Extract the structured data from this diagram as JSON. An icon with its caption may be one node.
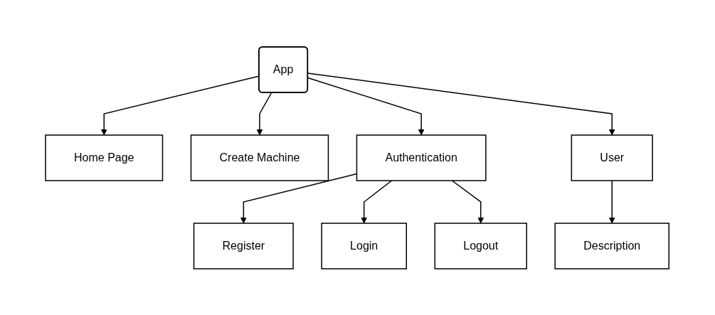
{
  "diagram": {
    "nodes": [
      {
        "text": [
          "App"
        ]
      },
      {
        "text": [
          "Home Page"
        ]
      },
      {
        "text": [
          "Create Machine"
        ]
      },
      {
        "text": [
          "Authentication"
        ]
      },
      {
        "text": [
          "User"
        ]
      },
      {
        "text": [
          "Register"
        ]
      },
      {
        "text": [
          "Login"
        ]
      },
      {
        "text": [
          "Logout"
        ]
      },
      {
        "text": [
          "Description"
        ]
      }
    ],
    "edges": [
      {
        "from": 0,
        "to": 1,
        "arrow": "to"
      },
      {
        "from": 0,
        "to": 2,
        "arrow": "to"
      },
      {
        "from": 0,
        "to": 3,
        "arrow": "to"
      },
      {
        "from": 0,
        "to": 4,
        "arrow": "to"
      },
      {
        "from": 3,
        "to": 5,
        "arrow": "to"
      },
      {
        "from": 3,
        "to": 6,
        "arrow": "to"
      },
      {
        "from": 3,
        "to": 7,
        "arrow": "to"
      },
      {
        "from": 4,
        "to": 8,
        "arrow": "to"
      }
    ]
  }
}
